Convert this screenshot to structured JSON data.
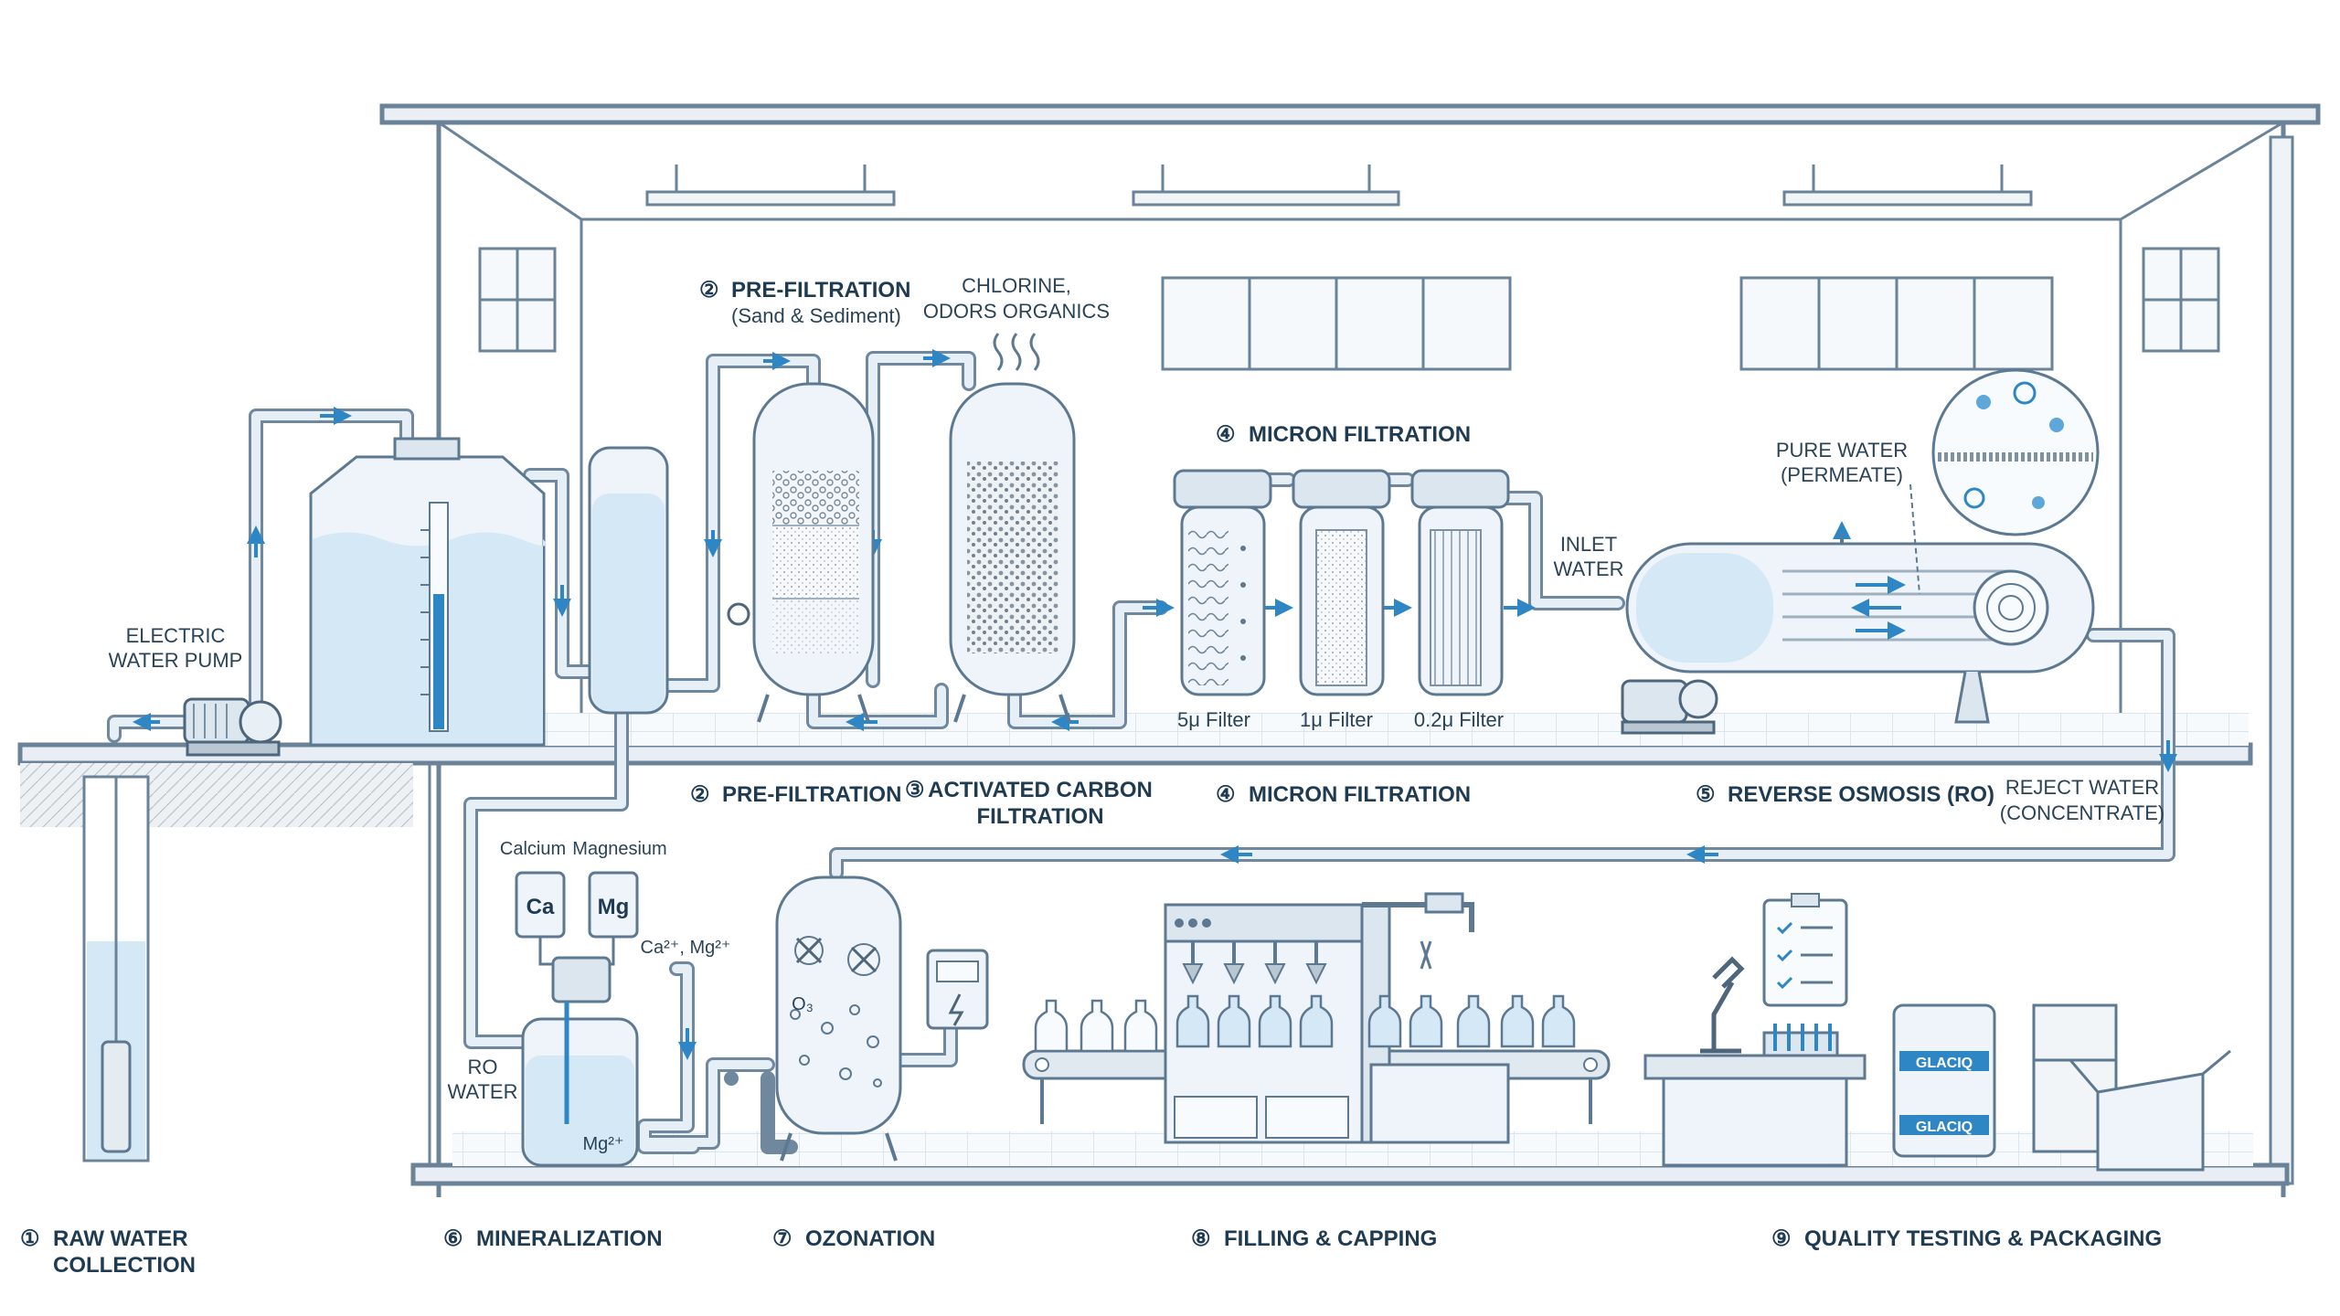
{
  "labels": {
    "raw_water": [
      "RAW WATER",
      "COLLECTION"
    ],
    "electric_pump": [
      "ELECTRIC",
      "WATER PUMP"
    ],
    "pre_filtration_top": [
      "PRE-FILTRATION",
      "(Sand & Sediment)"
    ],
    "chlorine": [
      "CHLORINE,",
      "ODORS ORGANICS"
    ],
    "micron_top": "MICRON FILTRATION",
    "pure_water": [
      "PURE WATER",
      "(PERMEATE)"
    ],
    "inlet_water": [
      "INLET",
      "WATER"
    ],
    "filter_5": "5μ Filter",
    "filter_1": "1μ Filter",
    "filter_02": "0.2μ Filter",
    "pre_filtration_mid": "PRE-FILTRATION",
    "carbon_mid": [
      "ACTIVATED CARBON",
      "FILTRATION"
    ],
    "micron_mid": "MICRON FILTRATION",
    "ro_mid": "REVERSE OSMOSIS (RO)",
    "reject_water": [
      "REJECT WATER",
      "(CONCENTRATE)"
    ],
    "calcium": "Calcium",
    "magnesium": "Magnesium",
    "ca": "Ca",
    "mg": "Mg",
    "ions": "Ca²⁺, Mg²⁺",
    "ro_water": [
      "RO",
      "WATER"
    ],
    "mg_ion": "Mg²⁺",
    "o3": "O₃",
    "mineralization": "MINERALIZATION",
    "ozonation": "OZONATION",
    "filling": "FILLING & CAPPING",
    "quality": "QUALITY TESTING & PACKAGING",
    "brand": "GLACIQ"
  },
  "steps": {
    "s1": "①",
    "s2": "②",
    "s3": "③",
    "s4": "④",
    "s5": "⑤",
    "s6": "⑥",
    "s7": "⑦",
    "s8": "⑧",
    "s9": "⑨"
  },
  "colors": {
    "line": "#5d7891",
    "pipe": "#c8d9e8",
    "water": "#d4e8f6",
    "accent": "#2f86c5",
    "ink": "#1f3b52"
  }
}
